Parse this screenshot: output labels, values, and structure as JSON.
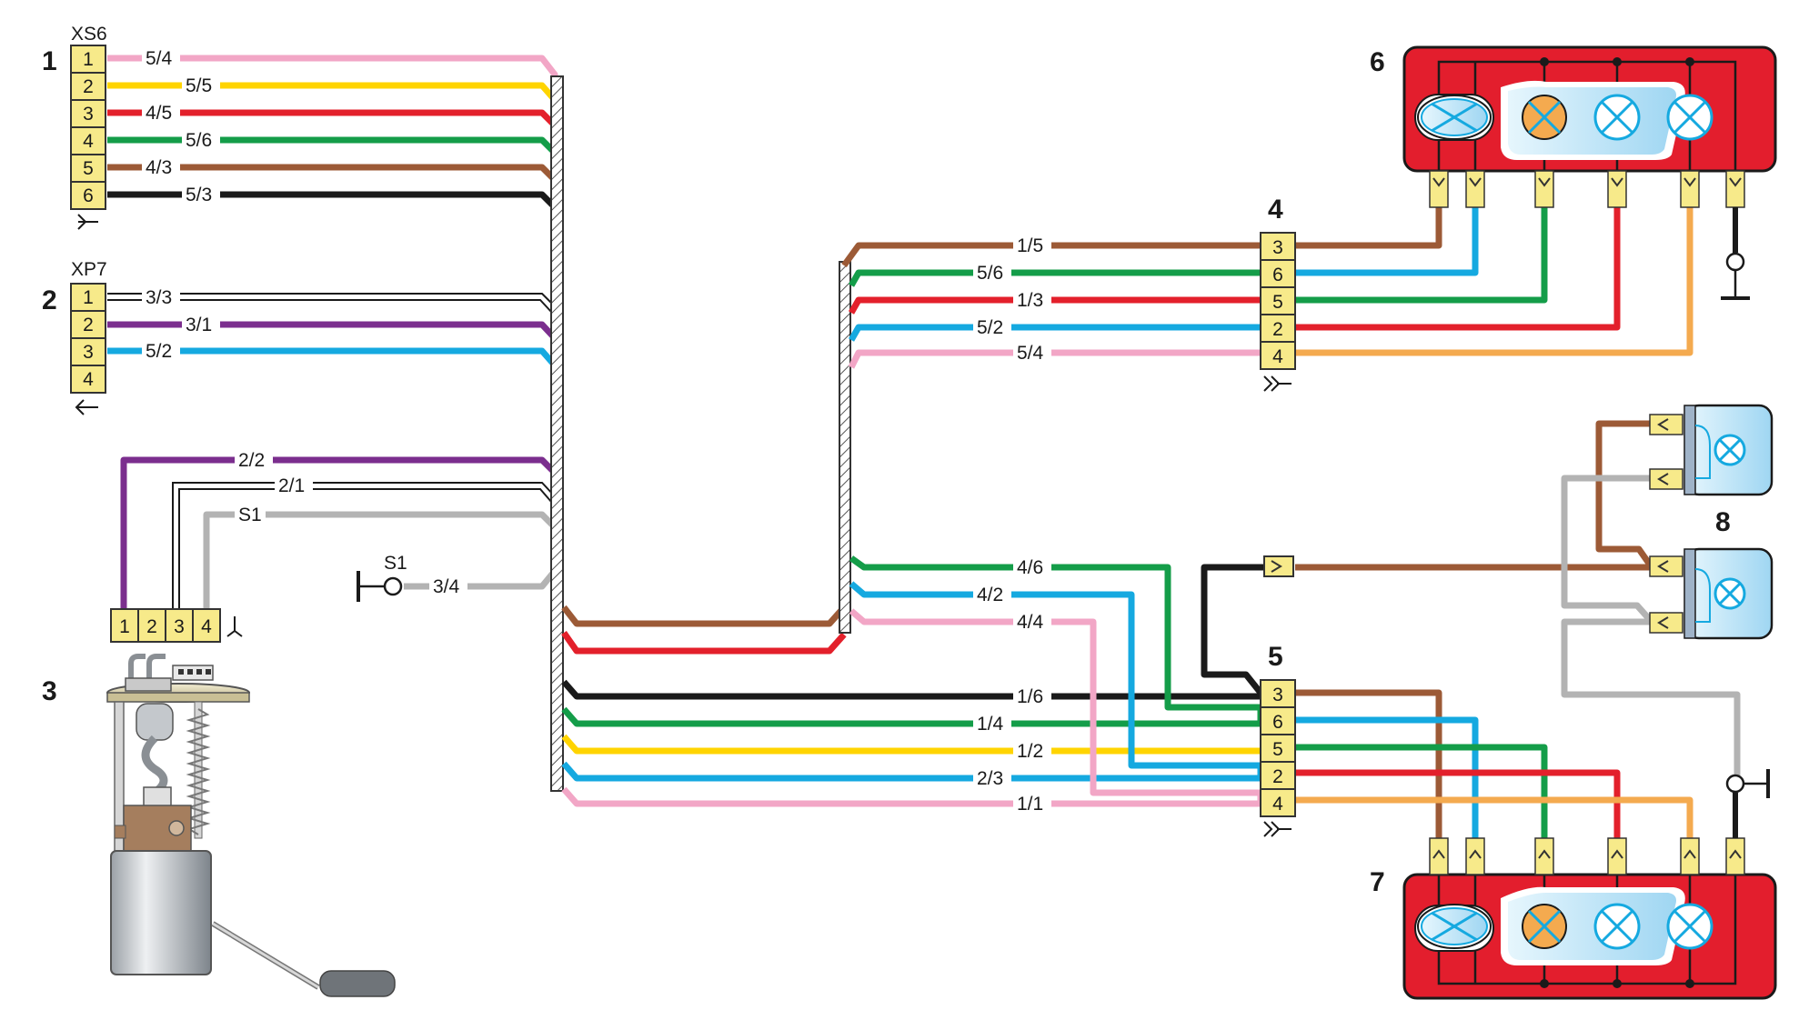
{
  "colors": {
    "pink": "#f2a6c6",
    "yellow": "#ffd400",
    "red": "#e3202b",
    "green": "#149d49",
    "brown": "#9c5a36",
    "black": "#1a1a1a",
    "violet": "#7b2e8e",
    "blue": "#15a9e0",
    "gray": "#b3b3b3",
    "orange": "#f4aa4f",
    "lamp_red": "#e31e2d",
    "pin_fill": "#f7ea8a"
  },
  "components": {
    "c1": "1",
    "c2": "2",
    "c3": "3",
    "c4": "4",
    "c5": "5",
    "c6": "6",
    "c7": "7",
    "c8": "8"
  },
  "connectors": {
    "xs6": "XS6",
    "xp7": "XP7"
  },
  "xs6_pins": [
    "1",
    "2",
    "3",
    "4",
    "5",
    "6"
  ],
  "xp7_pins": [
    "1",
    "2",
    "3",
    "4"
  ],
  "pump_pins": [
    "1",
    "2",
    "3",
    "4"
  ],
  "c4_pins": [
    "3",
    "6",
    "5",
    "2",
    "4"
  ],
  "c5_pins": [
    "3",
    "6",
    "5",
    "2",
    "4"
  ],
  "wire_labels": {
    "xs6_1": "5/4",
    "xs6_2": "5/5",
    "xs6_3": "4/5",
    "xs6_4": "5/6",
    "xs6_5": "4/3",
    "xs6_6": "5/3",
    "xp7_1": "3/3",
    "xp7_2": "3/1",
    "xp7_3": "5/2",
    "pump_1": "2/2",
    "pump_2": "2/1",
    "pump_3": "S1",
    "ground_s1": "S1",
    "ground_wire": "3/4",
    "c4_1": "1/5",
    "c4_2": "5/6",
    "c4_3": "1/3",
    "c4_4": "5/2",
    "c4_5": "5/4",
    "b_1": "4/6",
    "b_2": "4/2",
    "b_3": "4/4",
    "c5_1": "1/6",
    "c5_2": "1/4",
    "c5_3": "1/2",
    "c5_4": "2/3",
    "c5_5": "1/1"
  }
}
